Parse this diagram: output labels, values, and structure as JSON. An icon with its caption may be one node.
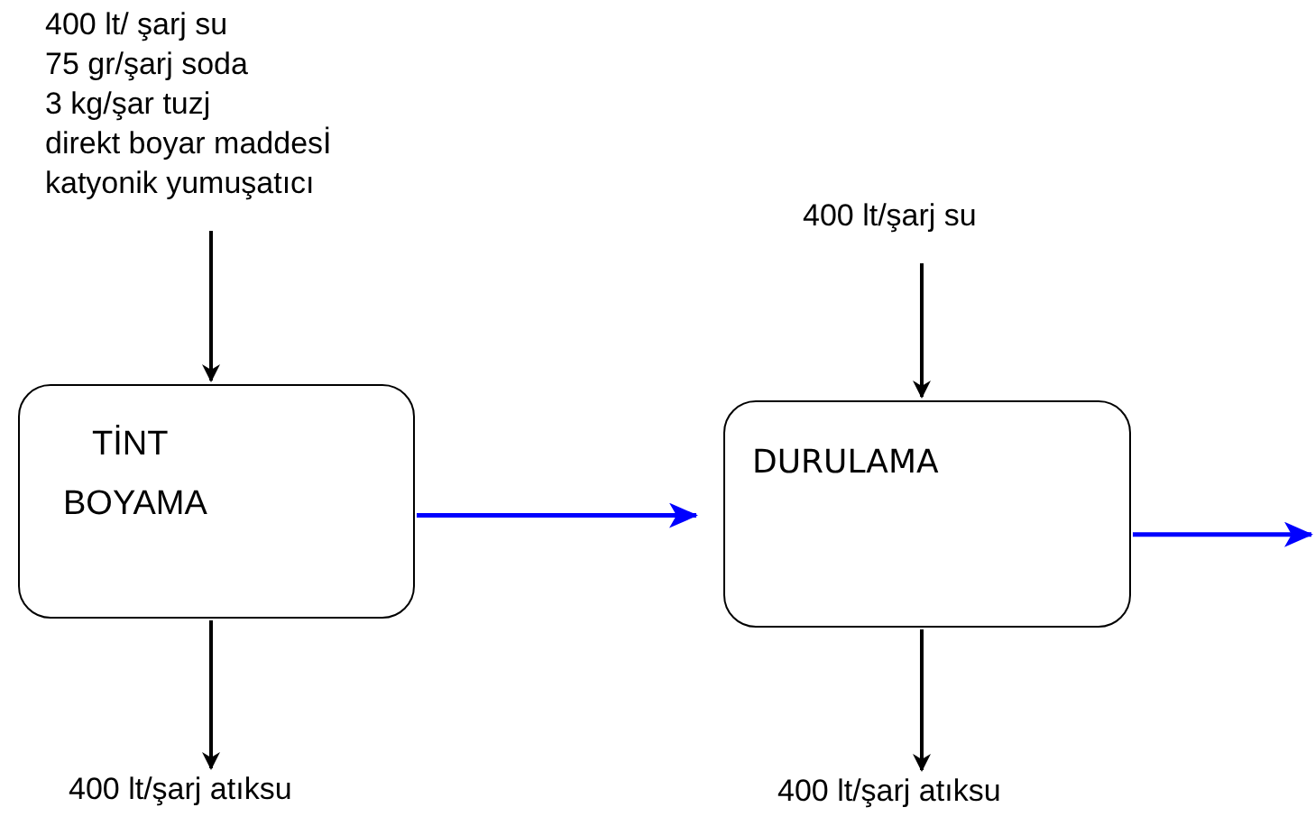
{
  "diagram": {
    "nodes": [
      {
        "text": [
          "400 lt/ şarj su",
          "75 gr/şarj soda",
          "3 kg/şar tuzj",
          "direkt boyar maddesİ",
          "katyonik yumuşatıcı"
        ]
      },
      {
        "text": [
          "TİNT BOYAMA"
        ]
      },
      {
        "text": [
          "400 lt/şarj atıksu"
        ]
      },
      {
        "text": [
          "400 lt/şarj su"
        ]
      },
      {
        "text": [
          "DURULAMA"
        ]
      },
      {
        "text": [
          "400 lt/şarj atıksu"
        ]
      }
    ],
    "edges": [
      {
        "from": 0,
        "to": 1,
        "arrow": "to"
      },
      {
        "from": 1,
        "to": 2,
        "arrow": "to"
      },
      {
        "from": 1,
        "to": 4,
        "arrow": "to",
        "color": "#0000ff"
      },
      {
        "from": 3,
        "to": 4,
        "arrow": "to"
      },
      {
        "from": 4,
        "to": 5,
        "arrow": "to"
      },
      {
        "from": 4,
        "to": null,
        "arrow": "to",
        "color": "#0000ff"
      }
    ]
  }
}
